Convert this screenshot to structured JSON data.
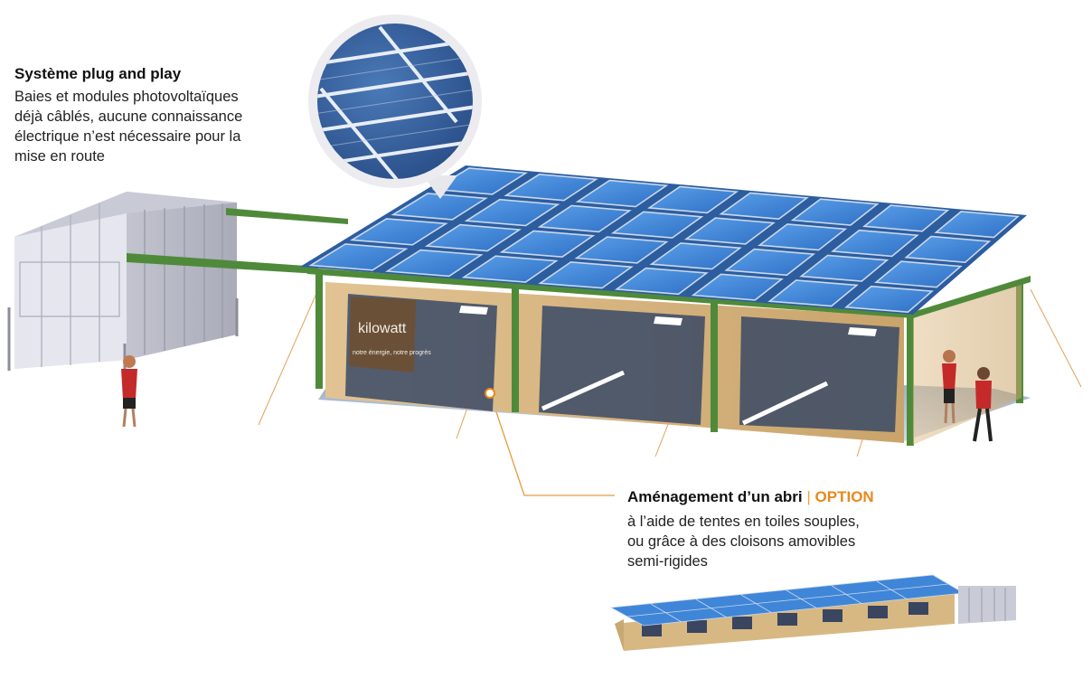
{
  "callout_plug": {
    "title": "Système plug and play",
    "body": "Baies et modules photovoltaïques\ndéjà câblés, aucune connaissance\nélectrique n’est nécessaire pour la\nmise en route"
  },
  "callout_abri": {
    "title": "Aménagement d’un abri",
    "separator": "|",
    "option": "OPTION",
    "body": "à l’aide de tentes en toiles souples,\nou grâce à des cloisons amovibles\nsemi-rigides"
  },
  "banner": {
    "logo_word": "kilowatt",
    "tagline": "notre énergie, notre progrès"
  },
  "colors": {
    "accent_orange": "#e8891c",
    "panel_blue": "#3d82d6",
    "frame_green": "#4f8a3a",
    "tent_tan": "#d8b987",
    "text_dark": "#1a1a1a"
  }
}
